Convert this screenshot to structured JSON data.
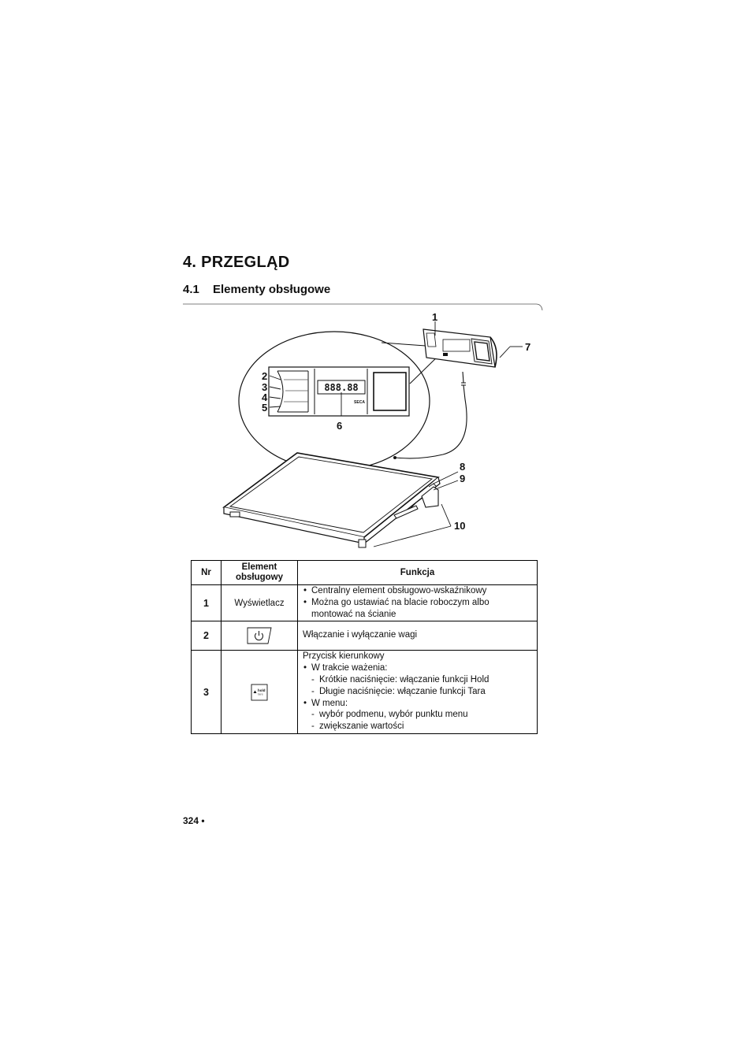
{
  "heading": {
    "title": "4.  PRZEGLĄD"
  },
  "section": {
    "number": "4.1",
    "title": "Elementy obsługowe"
  },
  "figure": {
    "callouts": [
      "1",
      "2",
      "3",
      "4",
      "5",
      "6",
      "7",
      "8",
      "9",
      "10"
    ],
    "display_readout": "888.88",
    "brand_mark": "SECA"
  },
  "table": {
    "headers": {
      "nr": "Nr",
      "element": "Element obsługowy",
      "function": "Funkcja"
    },
    "rows": [
      {
        "nr": "1",
        "element": "Wyświetlacz",
        "function_items": [
          "Centralny element obsługowo-wskaźnikowy",
          "Można go ustawiać na blacie roboczym albo montować na ścianie"
        ]
      },
      {
        "nr": "2",
        "element_icon": "power-key-icon",
        "function_text": "Włączanie i wyłączanie wagi"
      },
      {
        "nr": "3",
        "element_icon": "hold-tare-key-icon",
        "key_label_main": "hold",
        "key_label_sub": "tare",
        "function_intro": "Przycisk kierunkowy",
        "group1_title": "W trakcie ważenia:",
        "group1_items": [
          "Krótkie naciśnięcie: włączanie funkcji Hold",
          "Długie naciśnięcie: włączanie funkcji Tara"
        ],
        "group2_title": "W menu:",
        "group2_items": [
          "wybór podmenu, wybór punktu menu",
          "zwiększanie wartości"
        ]
      }
    ]
  },
  "footer": {
    "page": "324 •"
  }
}
